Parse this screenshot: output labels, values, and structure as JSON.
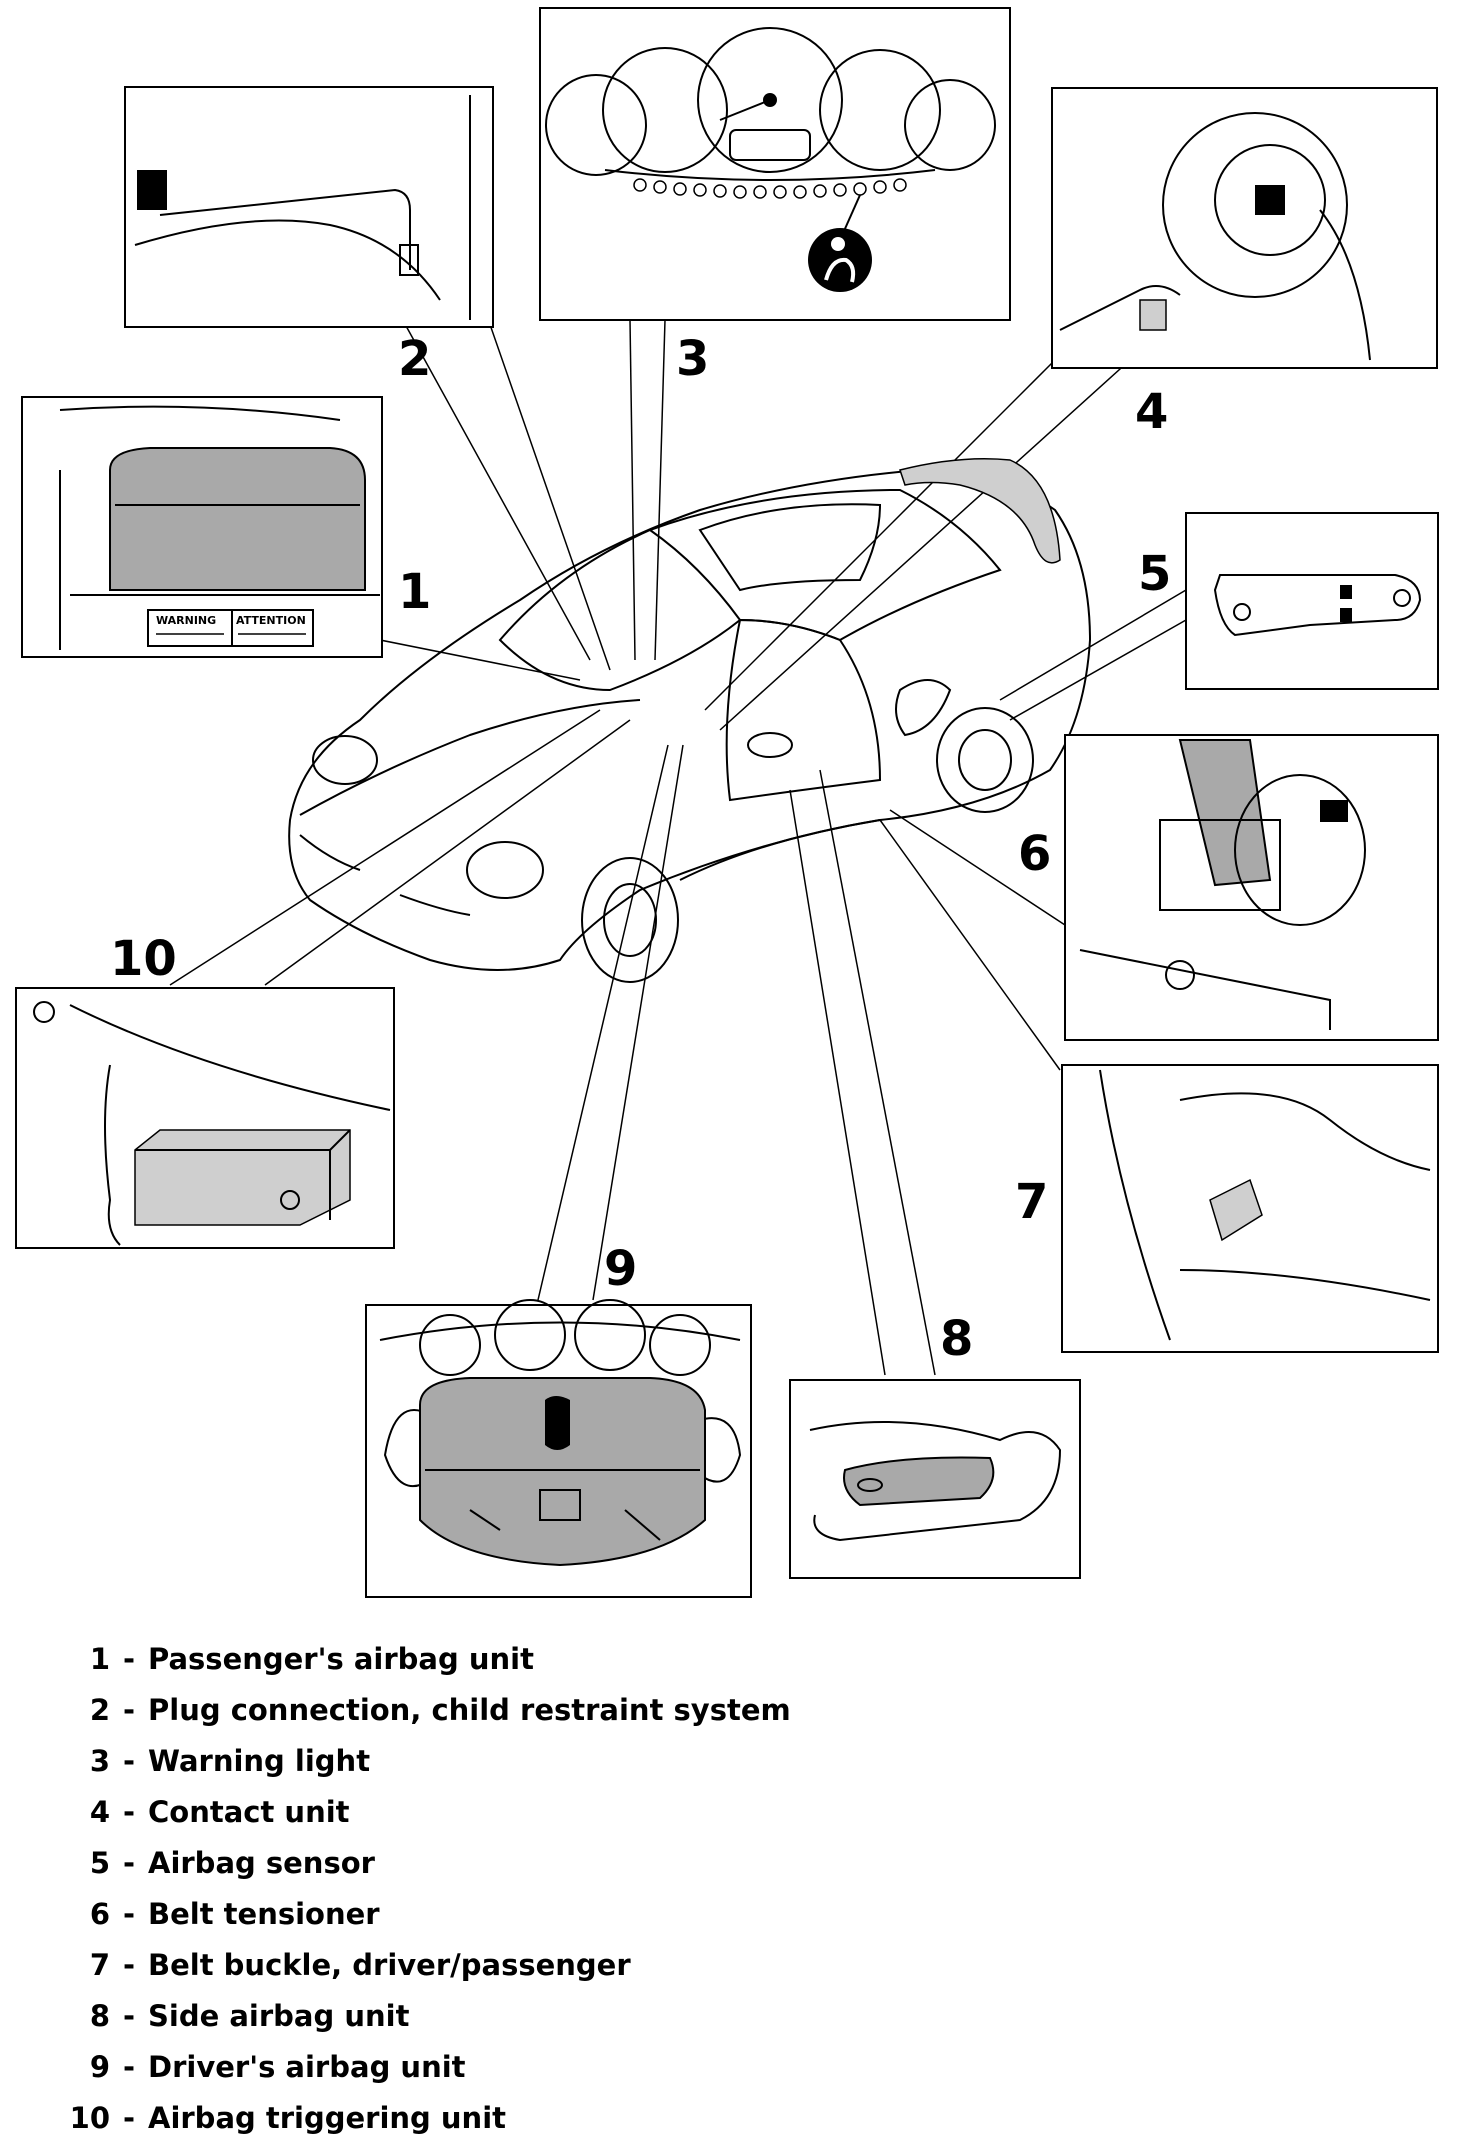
{
  "callouts": {
    "c1": "1",
    "c2": "2",
    "c3": "3",
    "c4": "4",
    "c5": "5",
    "c6": "6",
    "c7": "7",
    "c8": "8",
    "c9": "9",
    "c10": "10"
  },
  "labels": {
    "warning": "WARNING",
    "attention": "ATTENTION"
  },
  "legend": [
    {
      "num": "1",
      "text": "Passenger's airbag unit"
    },
    {
      "num": "2",
      "text": "Plug connection, child restraint system"
    },
    {
      "num": "3",
      "text": "Warning light"
    },
    {
      "num": "4",
      "text": "Contact unit"
    },
    {
      "num": "5",
      "text": "Airbag sensor"
    },
    {
      "num": "6",
      "text": "Belt tensioner"
    },
    {
      "num": "7",
      "text": "Belt buckle, driver/passenger"
    },
    {
      "num": "8",
      "text": "Side airbag unit"
    },
    {
      "num": "9",
      "text": "Driver's airbag unit"
    },
    {
      "num": "10",
      "text": "Airbag triggering unit"
    }
  ],
  "legend_separator": "-",
  "colors": {
    "line": "#000000",
    "airbag_fill": "#a9a9a9",
    "background": "#ffffff"
  }
}
